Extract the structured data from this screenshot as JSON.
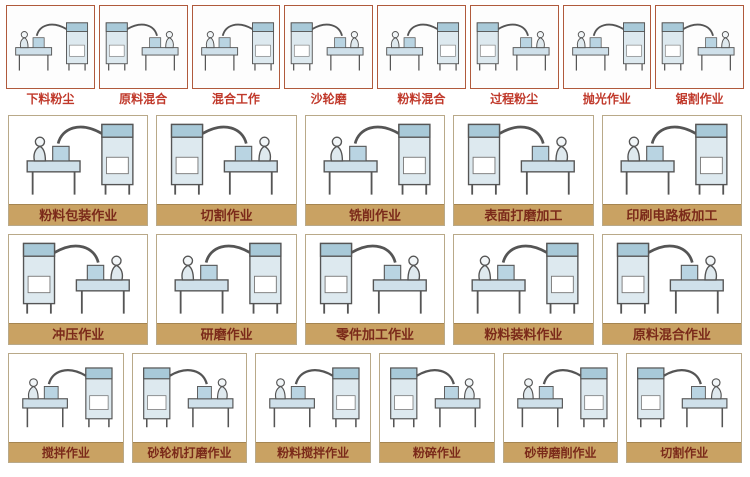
{
  "gallery": {
    "top_row": [
      {
        "label": "下料粉尘"
      },
      {
        "label": "原料混合"
      },
      {
        "label": "混合工作"
      },
      {
        "label": "沙轮磨"
      },
      {
        "label": "粉料混合"
      },
      {
        "label": "过程粉尘"
      },
      {
        "label": "抛光作业"
      },
      {
        "label": "锯割作业"
      }
    ],
    "rows": [
      {
        "items": [
          {
            "label": "粉料包装作业"
          },
          {
            "label": "切割作业"
          },
          {
            "label": "铣削作业"
          },
          {
            "label": "表面打磨加工"
          },
          {
            "label": "印刷电路板加工"
          }
        ]
      },
      {
        "items": [
          {
            "label": "冲压作业"
          },
          {
            "label": "研磨作业"
          },
          {
            "label": "零件加工作业"
          },
          {
            "label": "粉料装料作业"
          },
          {
            "label": "原料混合作业"
          }
        ]
      },
      {
        "items": [
          {
            "label": "搅拌作业"
          },
          {
            "label": "砂轮机打磨作业"
          },
          {
            "label": "粉料搅拌作业"
          },
          {
            "label": "粉碎作业"
          },
          {
            "label": "砂带磨削作业"
          },
          {
            "label": "切割作业"
          }
        ]
      }
    ]
  },
  "colors": {
    "top_thumb_border": "#b05a3c",
    "top_label_text": "#c0392b",
    "label_bar_bg": "#c9a263",
    "label_bar_text": "#7b2a1a",
    "card_border": "#b9a989",
    "illustration_fill": "#cfe3ec",
    "illustration_accent": "#a8c9d8",
    "line": "#555555"
  }
}
